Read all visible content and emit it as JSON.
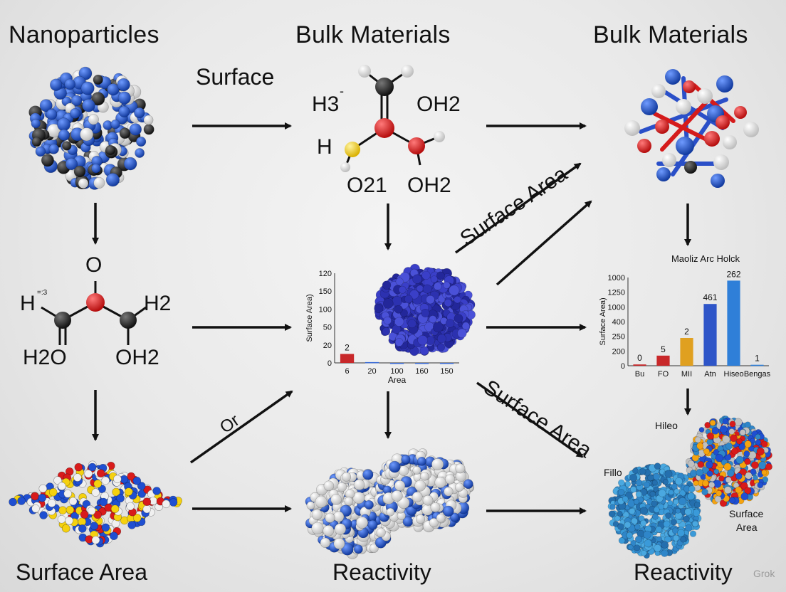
{
  "titles": {
    "nanoparticles": "Nanoparticles",
    "bulk_materials_center": "Bulk  Materials",
    "bulk_materials_right": "Bulk Materials"
  },
  "arrow_labels": {
    "surface_top": "Surface",
    "surface_area_up": "Surface Area",
    "surface_area_down": "Surface Area",
    "or": "Or"
  },
  "bottom_labels": {
    "left": "Surface Area",
    "center": "Reactivity",
    "right": "Reactivity"
  },
  "top_molecule": {
    "h3": "H3",
    "dash": "-",
    "oh2_top": "OH2",
    "h": "H",
    "o21": "O21",
    "oh2_bottom": "OH2"
  },
  "left_molecule": {
    "o": "O",
    "h_left": "H",
    "h_sup": "=:3",
    "h2_right": "H2",
    "h2o": "H2O",
    "oh2": "OH2"
  },
  "right_cluster_labels": {
    "hileo": "Hileo",
    "fillo": "Fillo",
    "surface": "Surface",
    "area": "Area"
  },
  "watermark": "Grok",
  "colors": {
    "carbon": "#1b1b1b",
    "oxygen": "#d81b1b",
    "hydrogen": "#f2f2f2",
    "sulfur": "#f5d10f",
    "blue": "#1f4fd1",
    "violet": "#3a3fc8",
    "cyan_blue": "#2f86c9"
  },
  "chart_data": [
    {
      "type": "bar",
      "title": "",
      "ylabel": "Surface Area)",
      "xlabel": "Area",
      "categories": [
        "6",
        "20",
        "100",
        "160",
        "150"
      ],
      "values": [
        12,
        1,
        0,
        0,
        0
      ],
      "data_labels": [
        "2",
        "",
        "",
        "",
        ""
      ],
      "yticks": [
        "0",
        "20",
        "50",
        "100",
        "150",
        "120"
      ],
      "ylim": [
        0,
        120
      ],
      "bar_colors": [
        "#c8282a",
        "#3a6bd6",
        "#3a6bd6",
        "#3a6bd6",
        "#3a6bd6"
      ]
    },
    {
      "type": "bar",
      "title": "Maoliz Arc Holck",
      "ylabel": "Surface Area)",
      "xlabel": "",
      "categories": [
        "Bu",
        "FO",
        "MII",
        "Atn",
        "Hiseo",
        "Bengas"
      ],
      "values": [
        20,
        160,
        440,
        980,
        1350,
        15
      ],
      "data_labels": [
        "0",
        "5",
        "2",
        "461",
        "262",
        "1"
      ],
      "yticks": [
        "0",
        "200",
        "250",
        "400",
        "1000",
        "1250",
        "1000"
      ],
      "ylim": [
        0,
        1400
      ],
      "bar_colors": [
        "#c8282a",
        "#c8282a",
        "#e0a020",
        "#2e55c8",
        "#2f7fd8",
        "#2f7fd8"
      ]
    }
  ]
}
